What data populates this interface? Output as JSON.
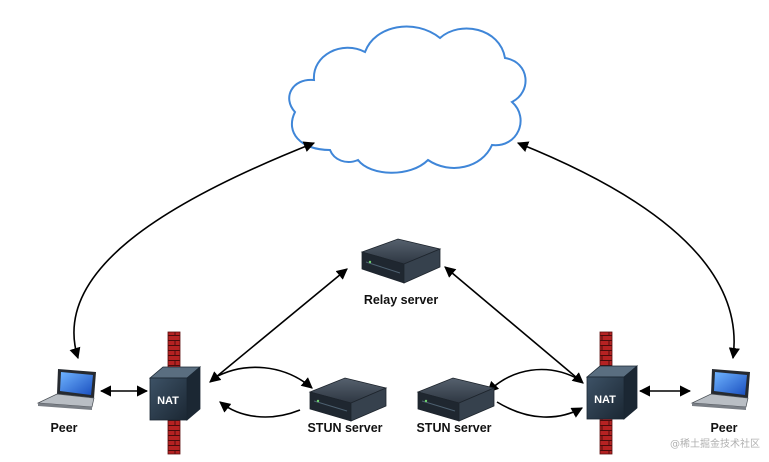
{
  "labels": {
    "relay_server": "Relay server",
    "stun_server_left": "STUN server",
    "stun_server_right": "STUN server",
    "peer_left": "Peer",
    "peer_right": "Peer",
    "nat_left": "NAT",
    "nat_right": "NAT"
  },
  "watermark": "@稀土掘金技术社区",
  "colors": {
    "cloud_outline": "#3f86d8",
    "firewall": "#b01e1e",
    "nat_device": "#2c3e50",
    "server": "#2a3440"
  }
}
